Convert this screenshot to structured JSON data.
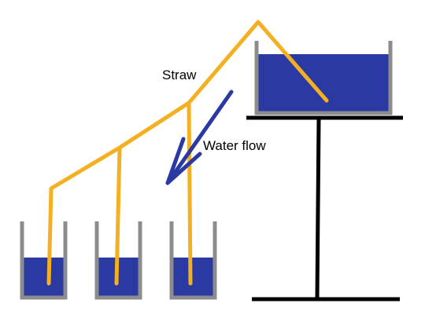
{
  "labels": {
    "straw": "Straw",
    "water_flow": "Water flow"
  },
  "colors": {
    "water": "#2b3aa3",
    "straw": "#f5b022",
    "container_wall": "#8c8c8c",
    "stand": "#000000",
    "arrow": "#2b3aa3",
    "background": "#ffffff"
  },
  "cups": [
    {
      "name": "cup-1"
    },
    {
      "name": "cup-2"
    },
    {
      "name": "cup-3"
    }
  ]
}
